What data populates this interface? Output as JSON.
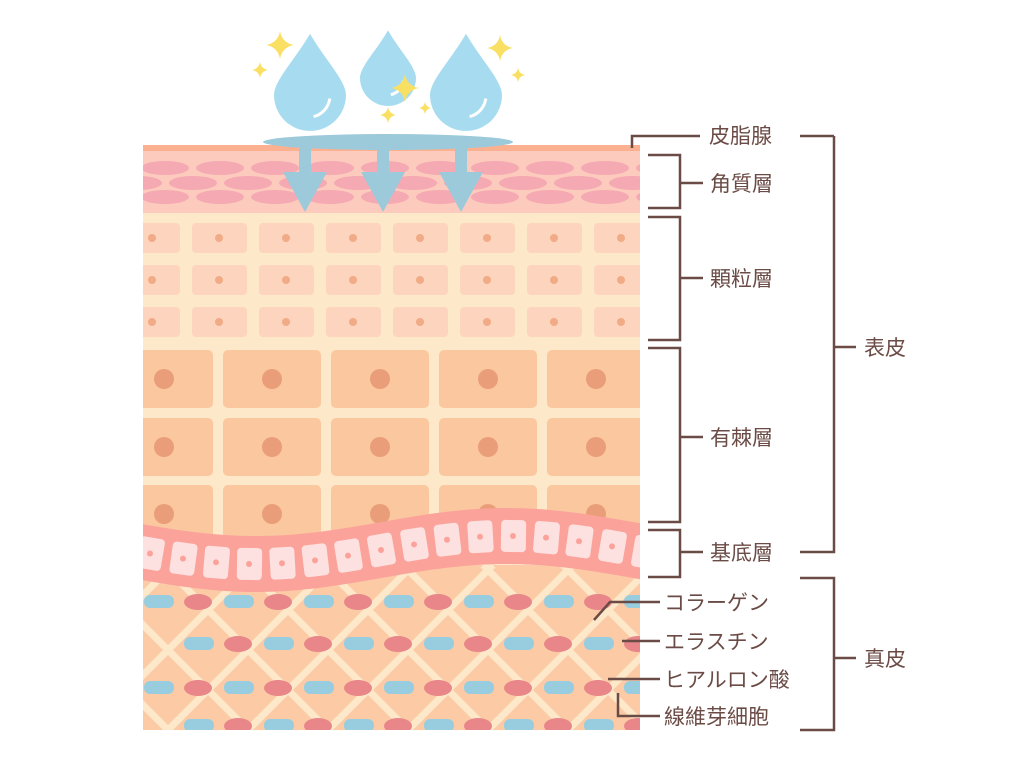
{
  "labels": {
    "sebaceous": "皮脂腺",
    "corneum": "角質層",
    "granular": "顆粒層",
    "spinous": "有棘層",
    "basal": "基底層",
    "epidermis": "表皮",
    "collagen": "コラーゲン",
    "elastin": "エラスチン",
    "hyaluronic": "ヒアルロン酸",
    "fibroblast": "線維芽細胞",
    "dermis": "真皮"
  },
  "colors": {
    "text": "#6b4b45",
    "water": "#a7dcf0",
    "arrow": "#9ccadb",
    "sebum": "#fbb18f",
    "corneum_bg": "#fdcbbd",
    "corneum_cell": "#f5a9b2",
    "granular_bg": "#fde8c9",
    "granular_cell": "#fdd5bf",
    "spinous_cell": "#fbc79f",
    "nucleus": "#e99e79",
    "basal": "#fba39a",
    "dermis_bg": "#fccba6",
    "fibroblast": "#e8868a",
    "elastin": "#98cde0",
    "sparkle": "#f9e063"
  }
}
